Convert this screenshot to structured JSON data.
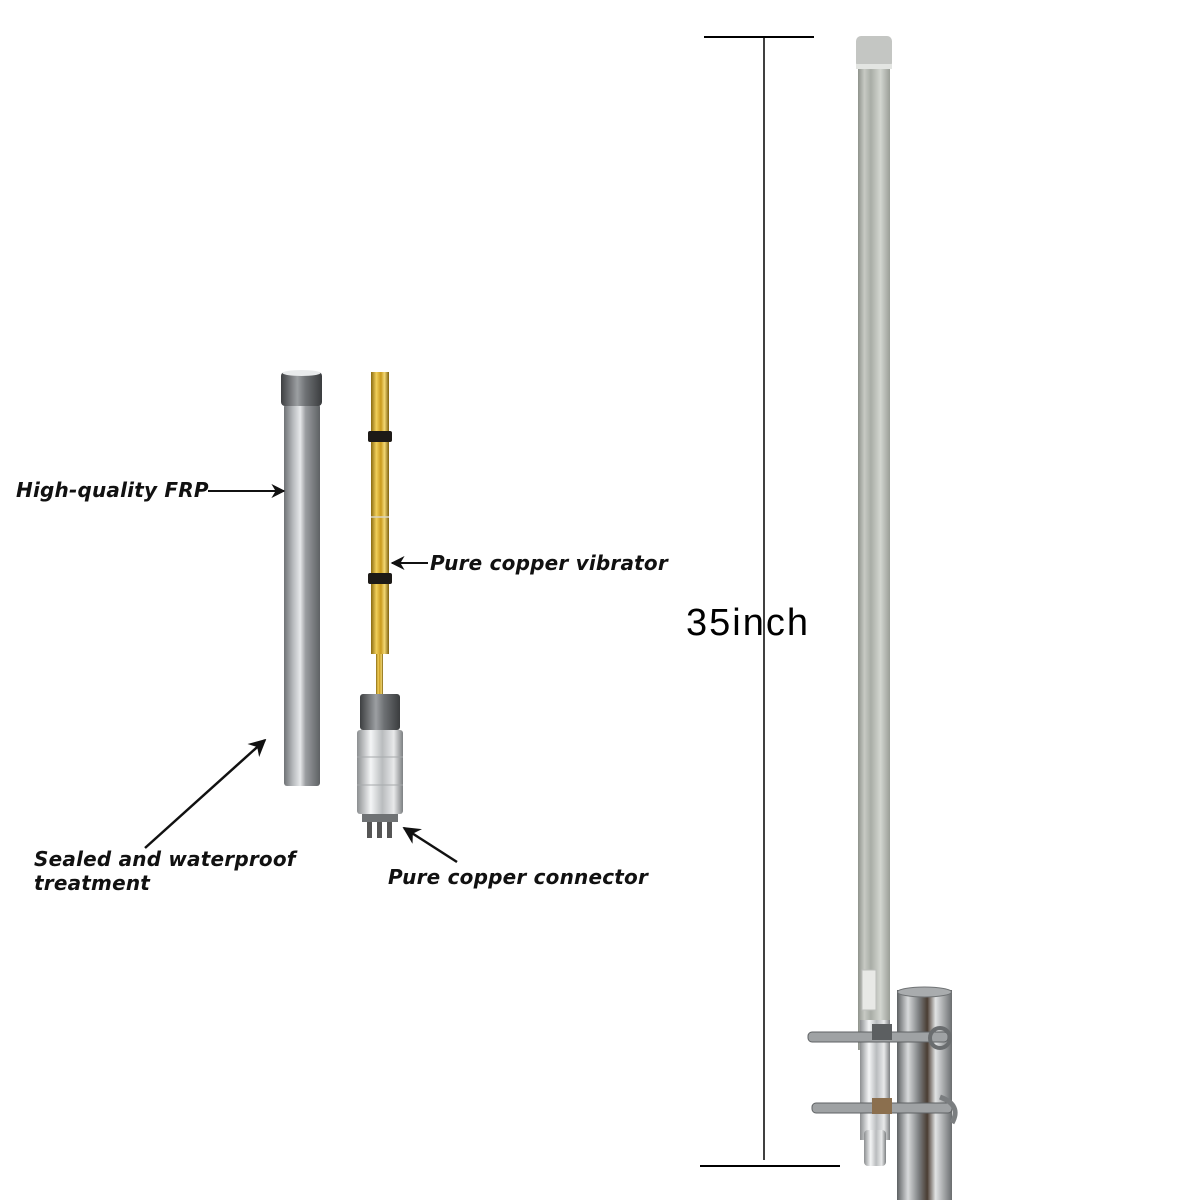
{
  "labels": {
    "frp": "High-quality FRP",
    "vibrator": "Pure copper vibrator",
    "sealed_line1": "Sealed and waterproof",
    "sealed_line2": "treatment",
    "connector": "Pure copper connector"
  },
  "dimension": {
    "length": "35inch"
  },
  "colors": {
    "background": "#ffffff",
    "frp_tube": "#8e9194",
    "copper": "#d4a72c",
    "antenna_body": "#b9bcb6",
    "steel": "#c9cbcc",
    "text": "#111111"
  }
}
